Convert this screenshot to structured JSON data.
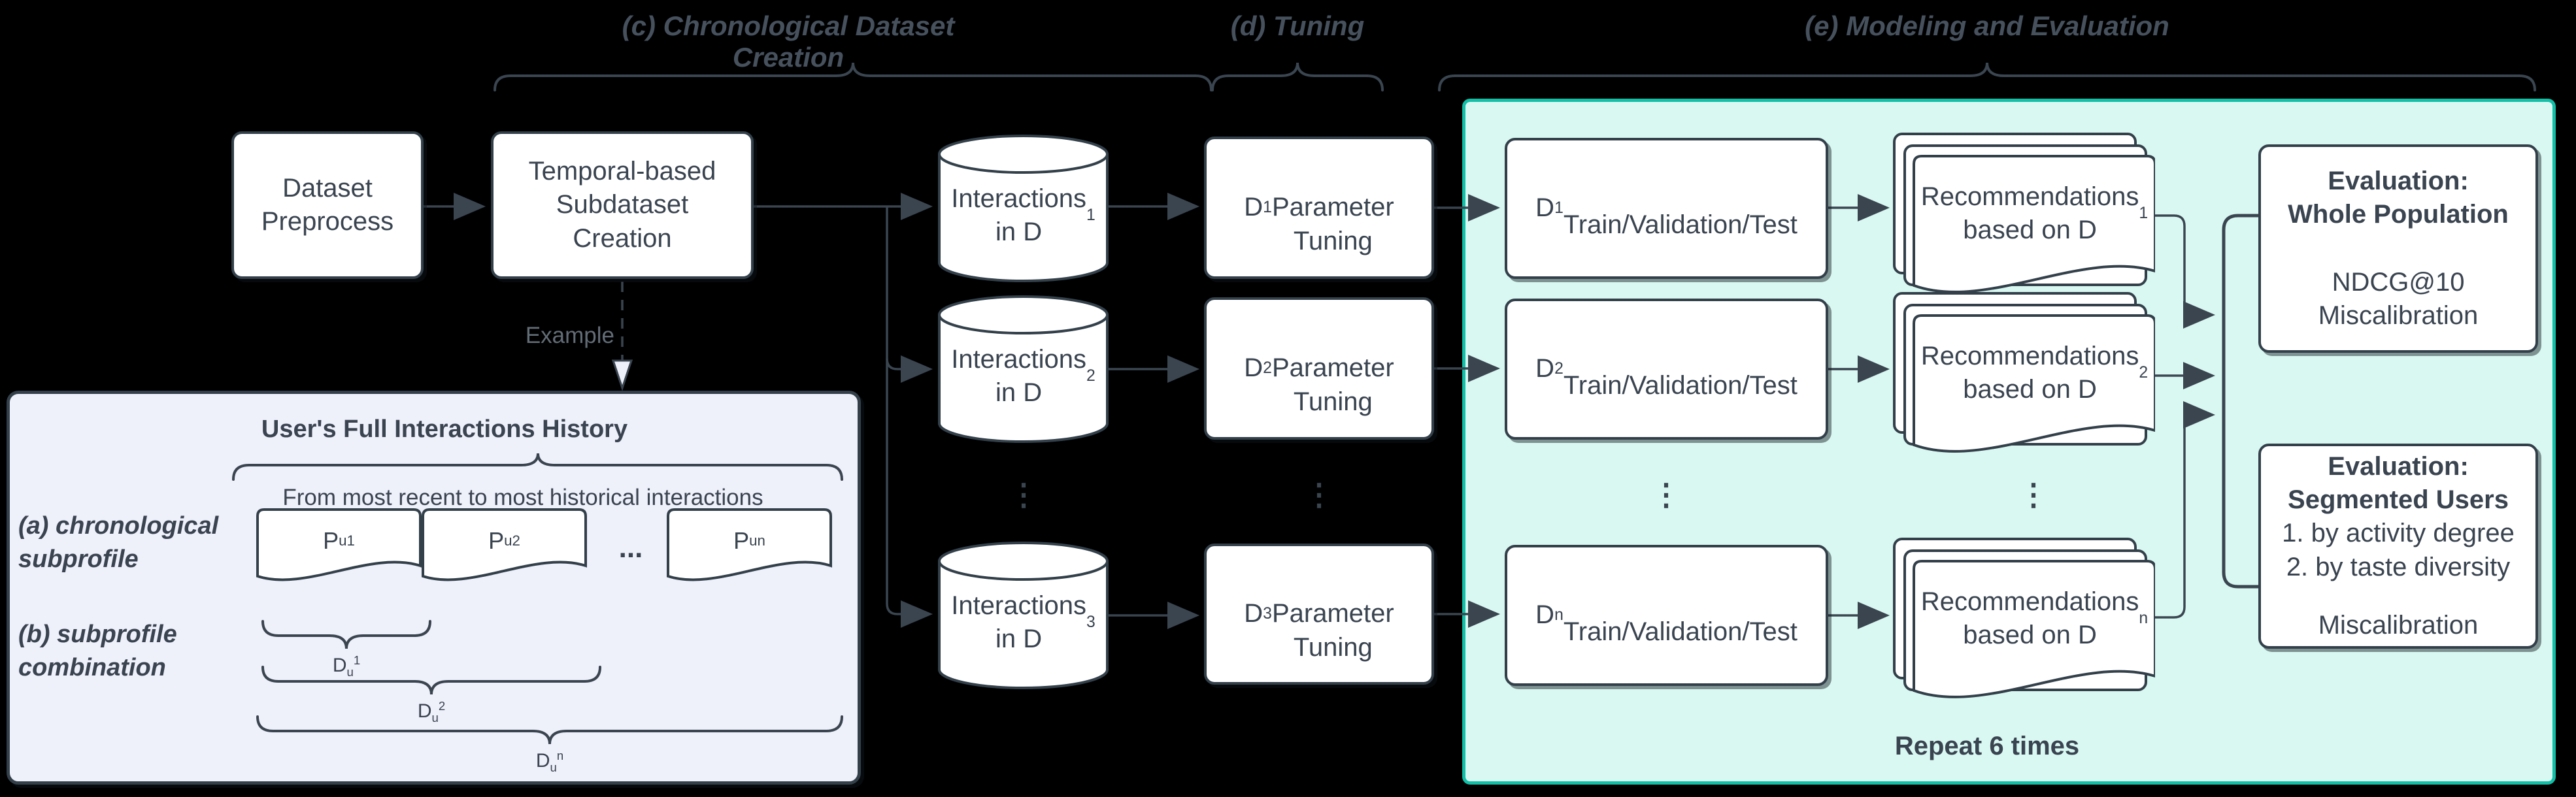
{
  "sections": {
    "c": "(c) Chronological Dataset Creation",
    "d": "(d) Tuning",
    "e": "(e) Modeling and Evaluation"
  },
  "nodes": {
    "preprocess": "Dataset\nPreprocess",
    "temporal": "Temporal-based\nSubdataset\nCreation",
    "example_label": "Example",
    "cylinders": [
      "Interactions\nin D^1",
      "Interactions\nin D^2",
      "Interactions\nin D^3"
    ],
    "tuning": [
      "D^1\nParameter\nTuning",
      "D^2\nParameter\nTuning",
      "D^3\nParameter\nTuning"
    ],
    "train": [
      "D^1\nTrain/Validation/Test",
      "D^2\nTrain/Validation/Test",
      "D^n\nTrain/Validation/Test"
    ],
    "recommendations": [
      "Recommendations\nbased on D^1",
      "Recommendations\nbased on D^2",
      "Recommendations\nbased on D^n"
    ],
    "ellipsis": "⋮"
  },
  "example": {
    "title": "User's Full Interactions History",
    "subtitle": "From most recent to most historical interactions",
    "label_a": "(a) chronological\nsubprofile",
    "label_b": "(b) subprofile\ncombination",
    "profiles": [
      "P_u^1",
      "P_u^2",
      "P_u^n"
    ],
    "profiles_ellipsis": "...",
    "combos": [
      "D_u^1",
      "D_u^2",
      "D_u^n"
    ]
  },
  "evaluation": {
    "whole_title": "Evaluation:\nWhole Population",
    "whole_body": "NDCG@10\nMiscalibration",
    "segmented_title": "Evaluation:\nSegmented Users",
    "segmented_list": "1. by activity degree\n2. by taste diversity",
    "segmented_body": "Miscalibration",
    "repeat": "Repeat 6 times"
  },
  "colors": {
    "background": "#000000",
    "node_fill": "#ffffff",
    "node_border": "#33404a",
    "stroke": "#3a4550",
    "panel_fill": "#d9f8f2",
    "panel_border": "#12bfa7",
    "example_fill": "#eef0fa",
    "text": "#3a4450",
    "muted_text": "#626c76"
  }
}
